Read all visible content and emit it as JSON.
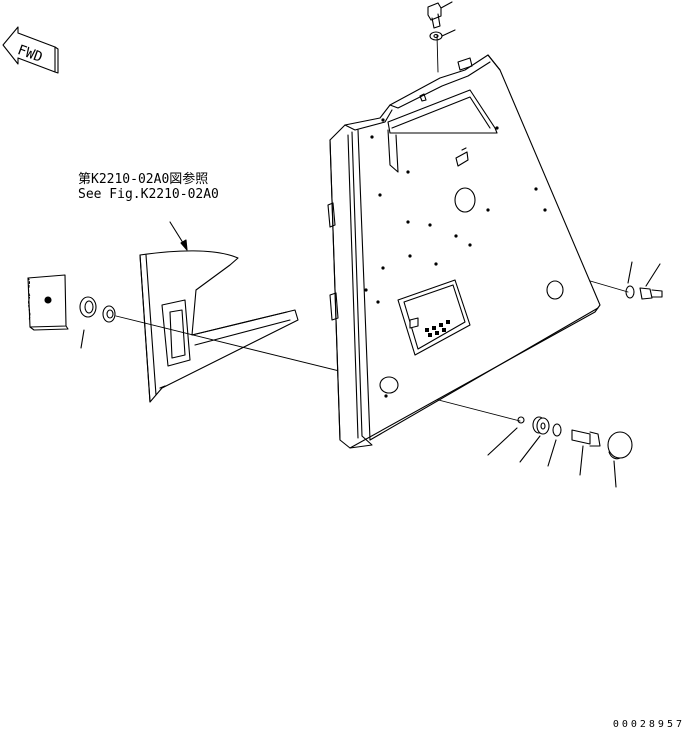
{
  "orientation_label": "FWD",
  "reference_note": {
    "line_jp": "第K2210-02A0図参照",
    "line_en": "See Fig.K2210-02A0"
  },
  "drawing_number": "00028957",
  "icons": [
    "fwd-arrow-icon"
  ]
}
